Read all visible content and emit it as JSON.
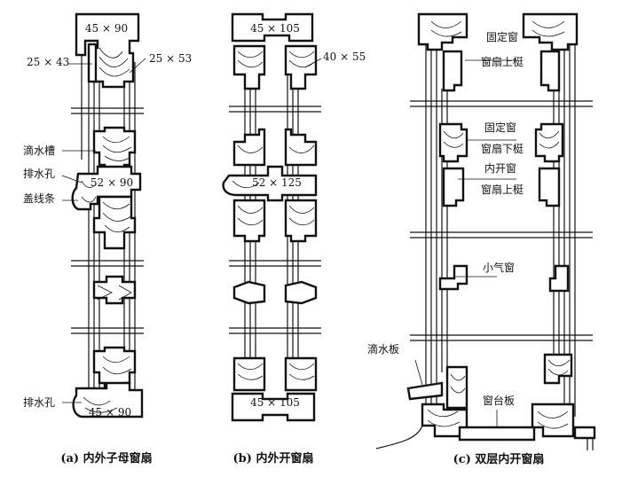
{
  "panels": [
    {
      "caption": "(a) 内外子母窗扇",
      "labels": {
        "top_section": "45 × 90",
        "left_dim": "25 × 43",
        "right_dim": "25 × 53",
        "drip_groove": "滴水槽",
        "drain_hole_1": "排水孔",
        "cover_strip": "盖线条",
        "mid_section": "52 × 90",
        "drain_hole_2": "排水孔",
        "bottom_section": "45 × 90"
      }
    },
    {
      "caption": "(b) 内外开窗扇",
      "labels": {
        "top_section": "45 × 105",
        "right_dim": "40 × 55",
        "mid_section": "52 × 125",
        "bottom_section": "45 × 105"
      }
    },
    {
      "caption": "(c) 双层内开窗扇",
      "labels": {
        "fixed_window_1": "固定窗",
        "sash_top_rail_1": "窗扇上梃",
        "fixed_window_2": "固定窗",
        "sash_bottom_rail": "窗扇下梃",
        "inward_window": "内开窗",
        "sash_top_rail_2": "窗扇上梃",
        "transom_window": "小气窗",
        "drip_board": "滴水板",
        "window_sill": "窗台板"
      }
    }
  ]
}
